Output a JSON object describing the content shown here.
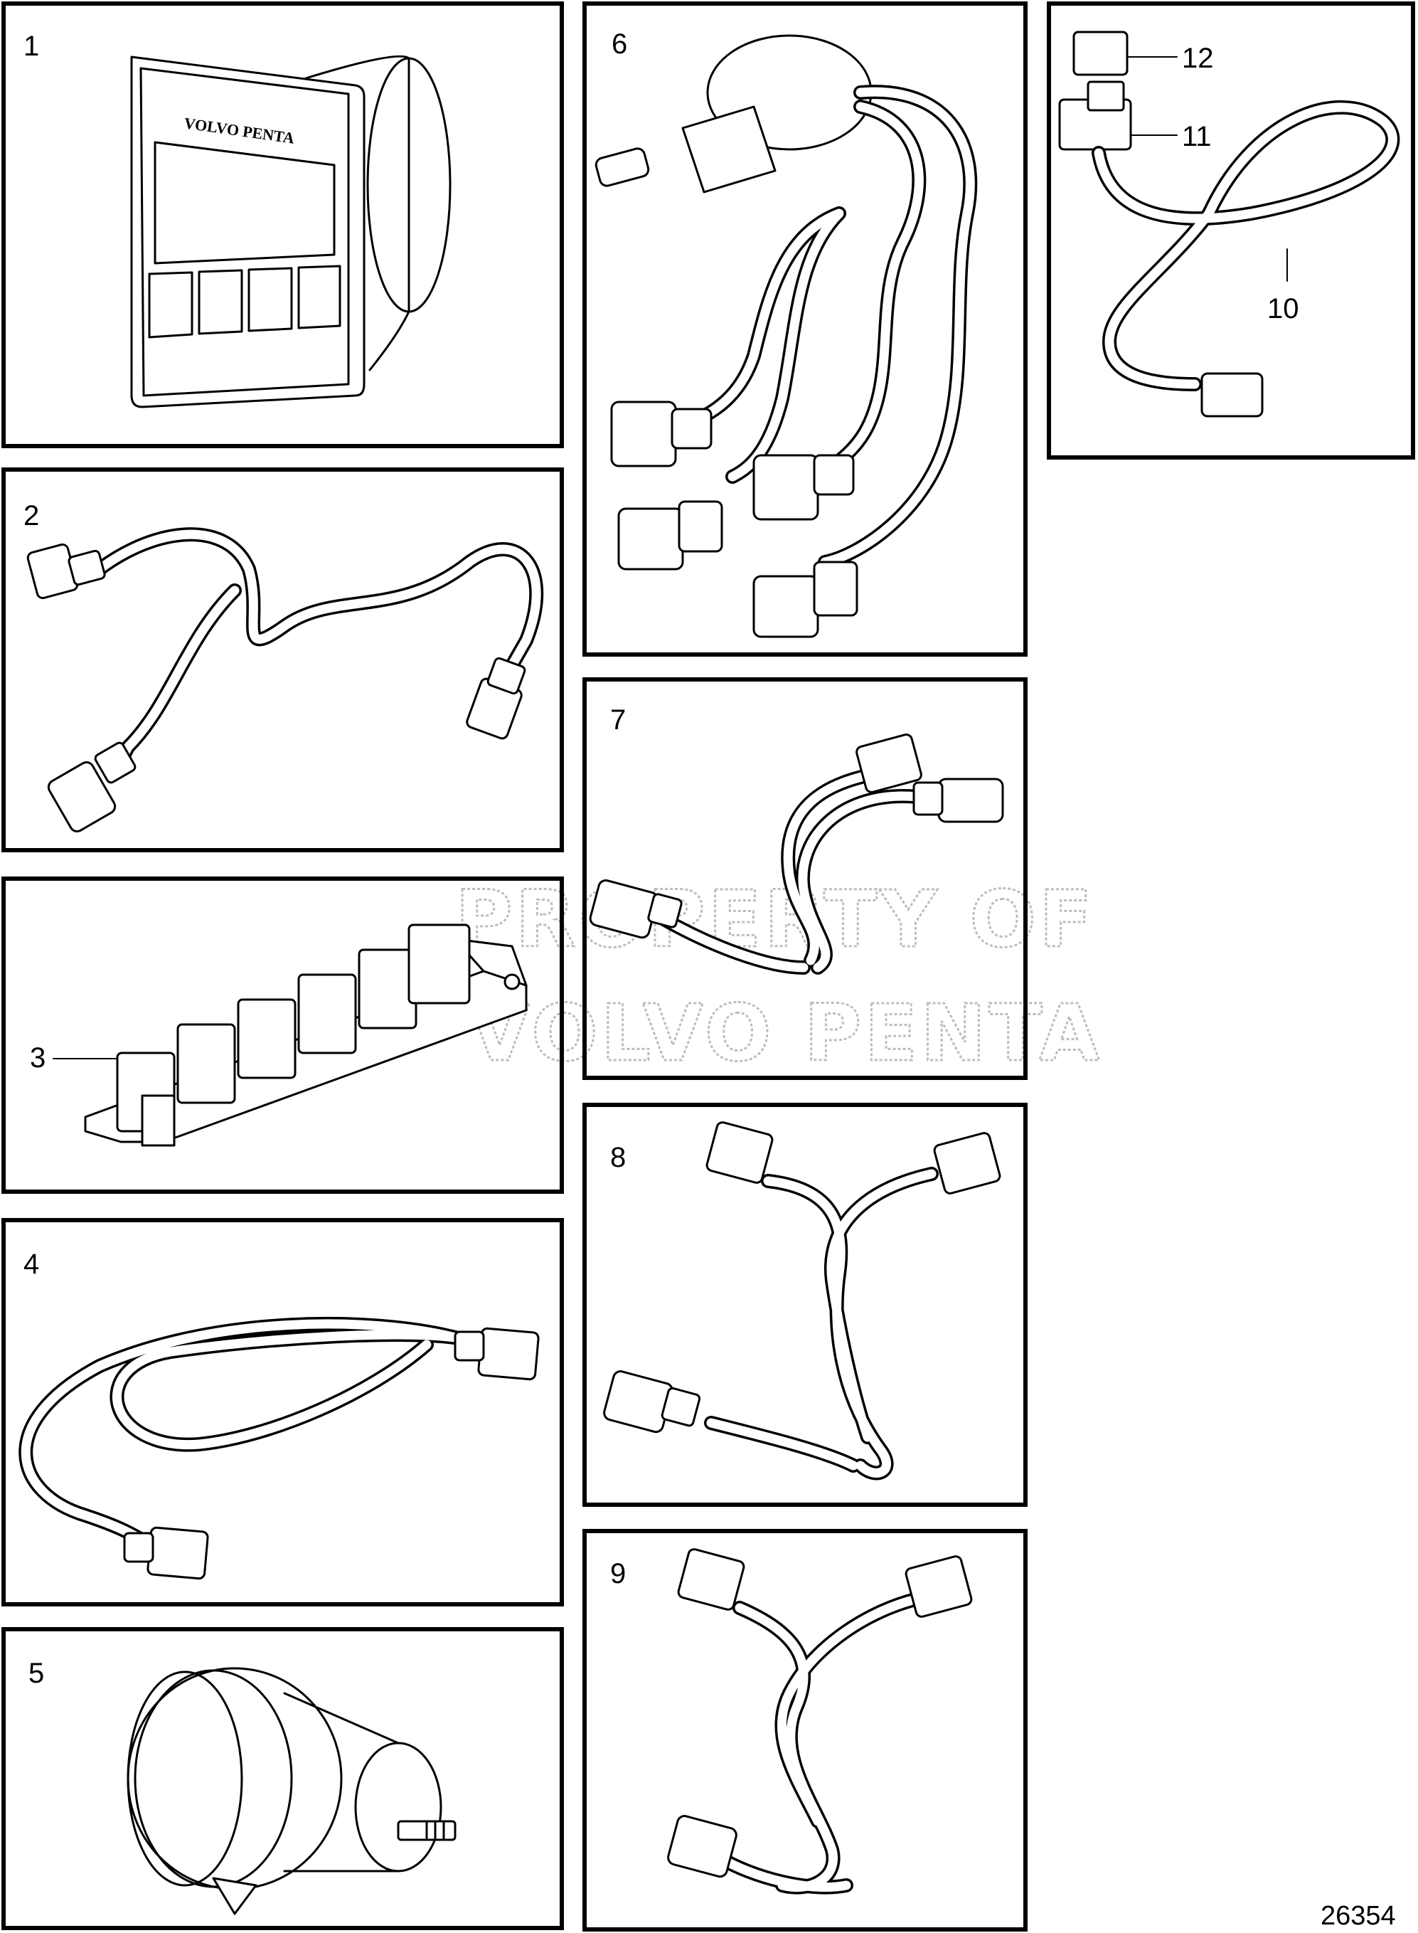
{
  "panels": [
    {
      "id": "1",
      "label": "1"
    },
    {
      "id": "2",
      "label": "2"
    },
    {
      "id": "3",
      "label": "3"
    },
    {
      "id": "4",
      "label": "4"
    },
    {
      "id": "5",
      "label": "5"
    },
    {
      "id": "6",
      "label": "6"
    },
    {
      "id": "7",
      "label": "7"
    },
    {
      "id": "8",
      "label": "8"
    },
    {
      "id": "9",
      "label": "9"
    }
  ],
  "callouts": {
    "c10": "10",
    "c11": "11",
    "c12": "12"
  },
  "display_brand": "VOLVO PENTA",
  "watermark": {
    "line1": "PROPERTY OF",
    "line2": "VOLVO PENTA"
  },
  "reference_number": "26354"
}
